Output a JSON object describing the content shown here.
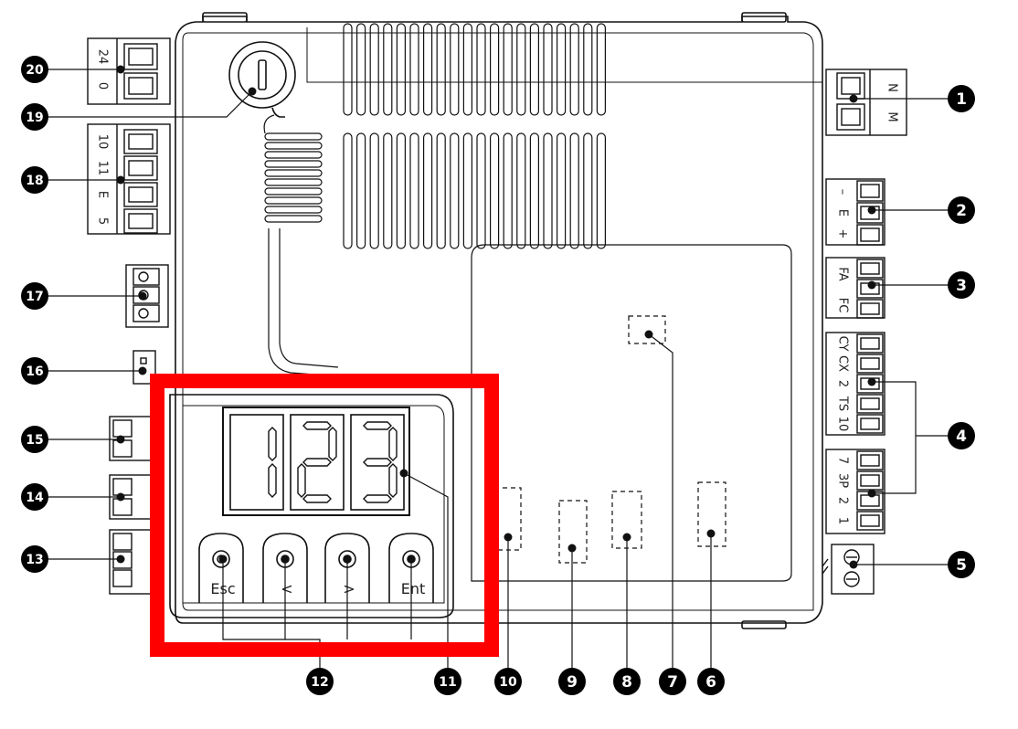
{
  "callouts": [
    "1",
    "2",
    "3",
    "4",
    "5",
    "6",
    "7",
    "8",
    "9",
    "10",
    "11",
    "12",
    "13",
    "14",
    "15",
    "16",
    "17",
    "18",
    "19",
    "20"
  ],
  "terminals": {
    "t1": [
      "N",
      "M"
    ],
    "t2": [
      "–",
      "E",
      "+"
    ],
    "t3": [
      "FA",
      "FC"
    ],
    "t4a": [
      "CY",
      "CX",
      "2",
      "TS",
      "10"
    ],
    "t4b": [
      "7",
      "3P",
      "2",
      "1"
    ],
    "t18": [
      "10",
      "11",
      "E",
      "5"
    ],
    "t20": [
      "24",
      "0"
    ]
  },
  "display": {
    "digits": "123"
  },
  "buttons": [
    "Esc",
    "<",
    ">",
    "Ent"
  ],
  "colors": {
    "highlight": "#ff0000",
    "line": "#111111",
    "callout_fill": "#000000"
  }
}
